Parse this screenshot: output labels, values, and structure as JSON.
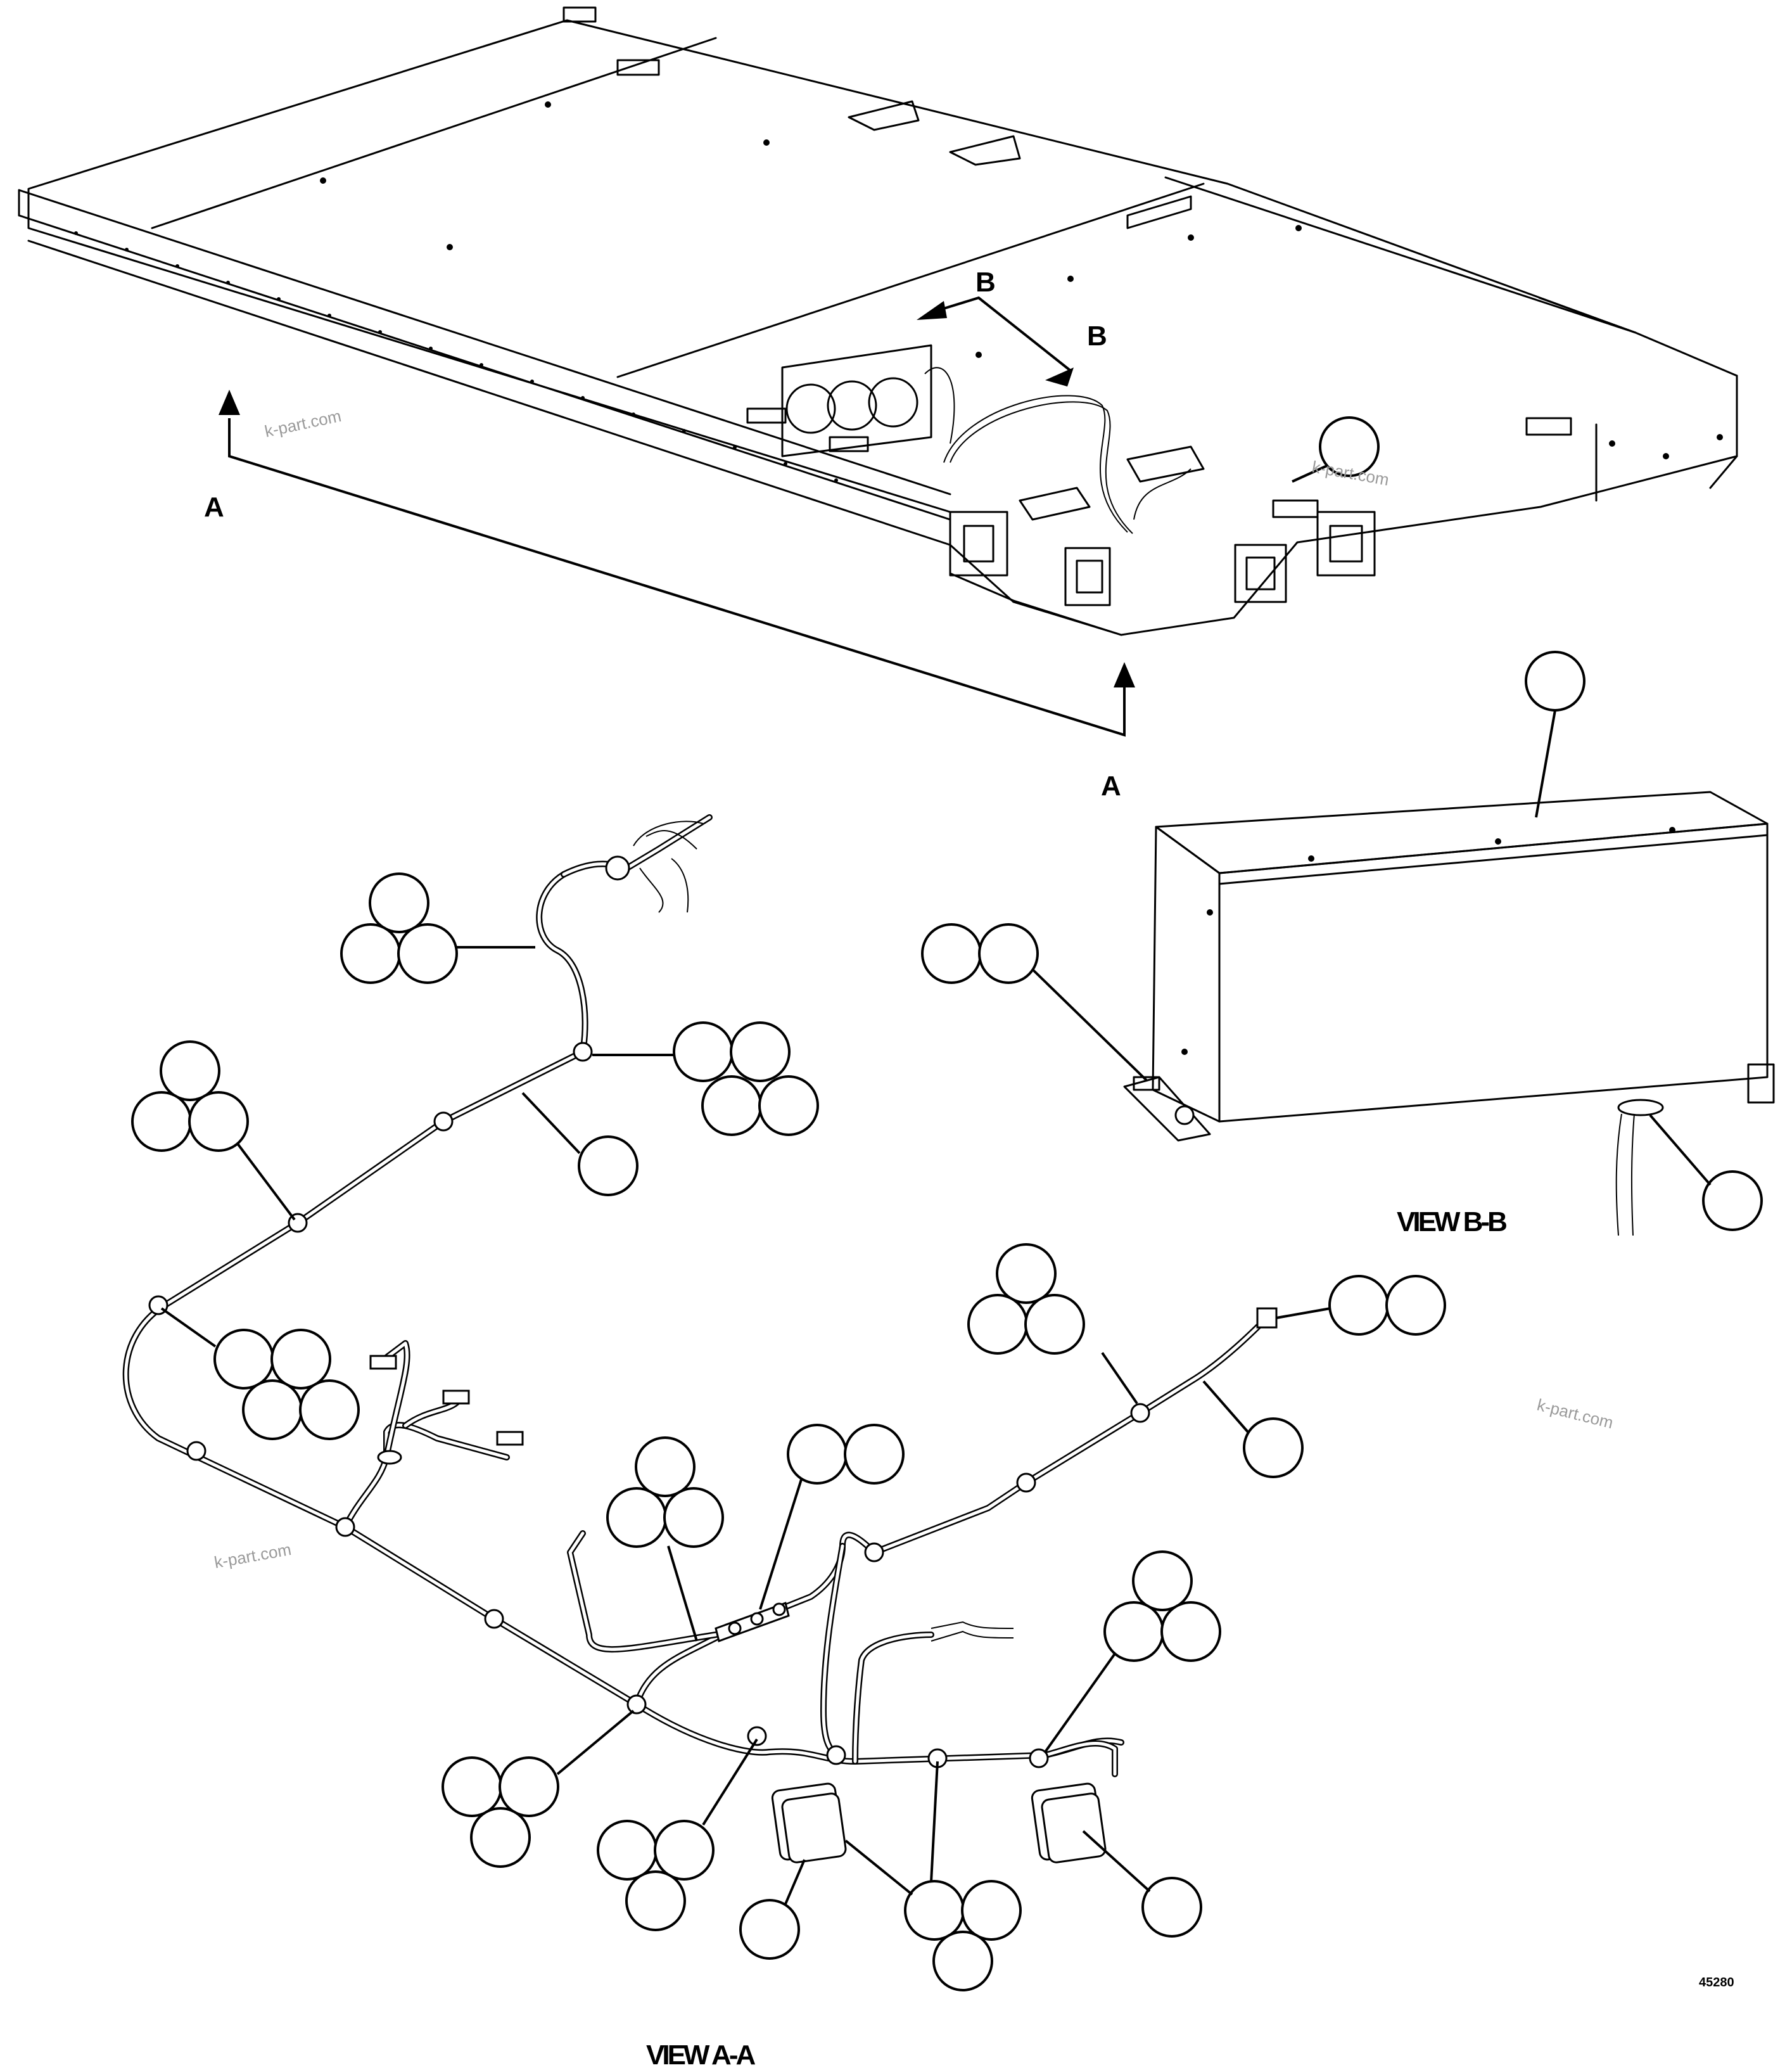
{
  "section_labels": {
    "section_a_left": "A",
    "section_a_right": "A",
    "section_b_upper": "B",
    "section_b_lower": "B"
  },
  "view_labels": {
    "view_b_b": "VIEW B-B",
    "view_a_a": "VIEW A-A"
  },
  "watermarks": [
    "k-part.com",
    "k-part.com",
    "k-part.com",
    "k-part.com"
  ],
  "drawing_code": "45280",
  "colors": {
    "line": "#000000",
    "background": "#ffffff",
    "watermark": "#9a9a9a"
  }
}
